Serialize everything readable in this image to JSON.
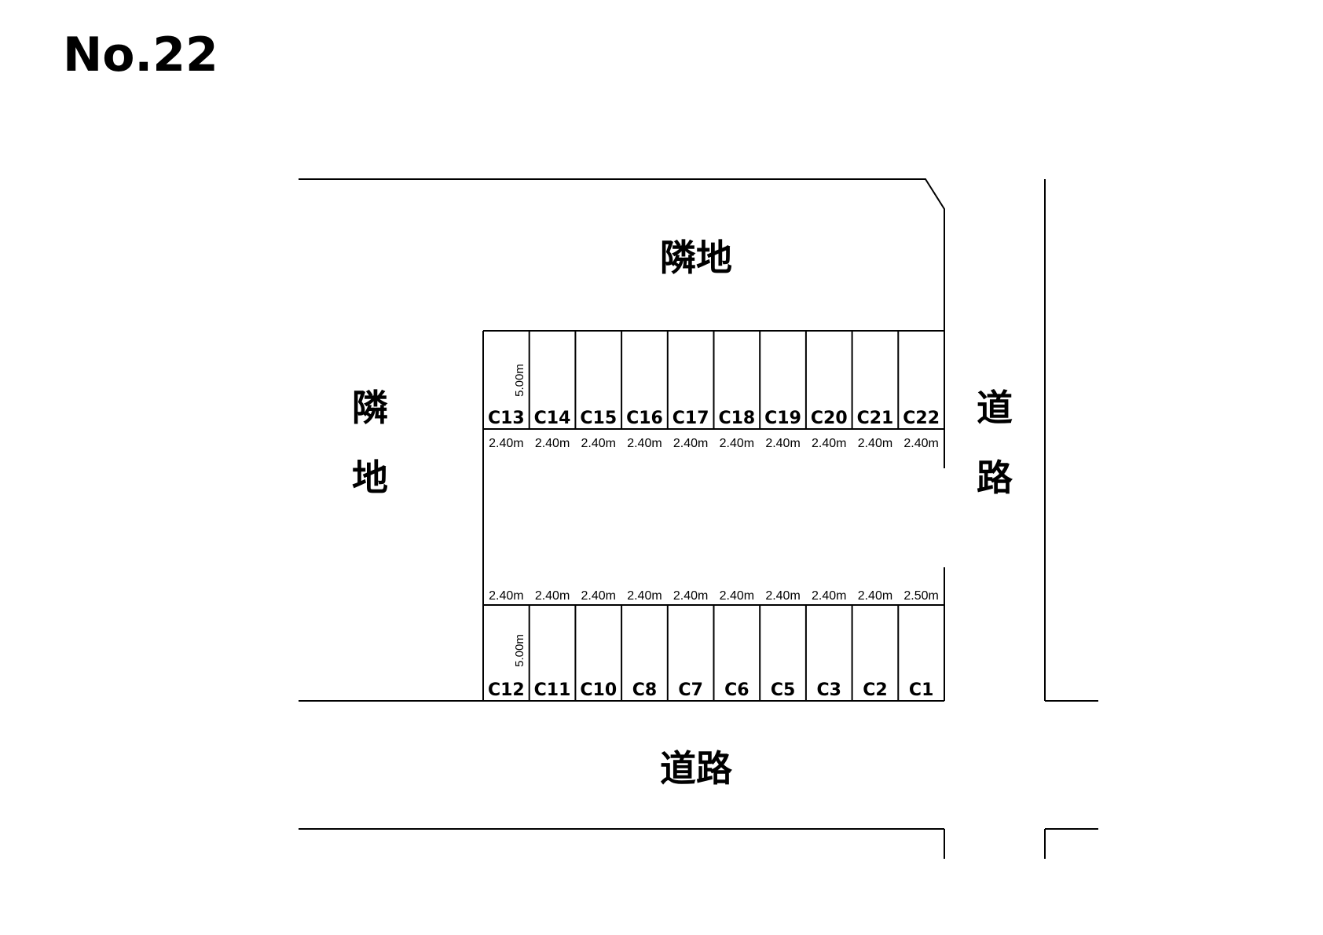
{
  "lot_number": "No.22",
  "areas": {
    "north_neighbor": "隣地",
    "west_neighbor": [
      "隣",
      "地"
    ],
    "east_road": [
      "道",
      "路"
    ],
    "south_road": "道路"
  },
  "top_row": {
    "spots": [
      "C13",
      "C14",
      "C15",
      "C16",
      "C17",
      "C18",
      "C19",
      "C20",
      "C21",
      "C22"
    ],
    "widths": [
      "2.40m",
      "2.40m",
      "2.40m",
      "2.40m",
      "2.40m",
      "2.40m",
      "2.40m",
      "2.40m",
      "2.40m",
      "2.40m"
    ],
    "depth": "5.00m"
  },
  "bottom_row": {
    "spots": [
      "C12",
      "C11",
      "C10",
      "C8",
      "C7",
      "C6",
      "C5",
      "C3",
      "C2",
      "C1"
    ],
    "widths": [
      "2.40m",
      "2.40m",
      "2.40m",
      "2.40m",
      "2.40m",
      "2.40m",
      "2.40m",
      "2.40m",
      "2.40m",
      "2.50m"
    ],
    "depth": "5.00m"
  },
  "colors": {
    "line": "#000000",
    "background": "#ffffff"
  }
}
